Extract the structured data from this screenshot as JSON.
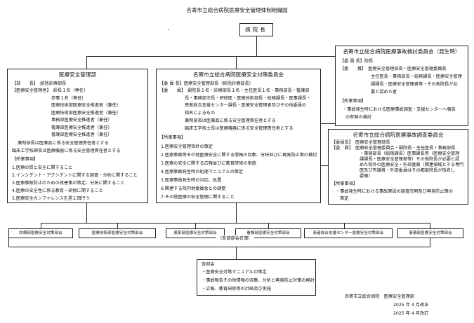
{
  "doc_title": "名寄市立総合病院医療安全管理体制組織図",
  "dot": "・",
  "director": "病院長",
  "mgmt": {
    "title": "医療安全管理部",
    "lines": [
      "【部　　長】　統括診療部長",
      "【医療安全管理者】　師長１名（専任）",
      "参事１名（専任）",
      "医療技術部医療安全推進者（兼任）",
      "医療技術部医療安全推進者（兼任）",
      "事務部医療安全推進者（兼任）",
      "看護部医療安全推進者（兼任）",
      "看護部医療安全推進者（兼任）",
      "薬剤部長は医薬品に係る安全管理責任者とする",
      "臨床工学技師長は医療機器に係る安全管理責任者とする",
      "【所掌事項】",
      "1.医療の質と安全に関すること",
      "2.インシデント・アクシデントに関する調査・分析に関すること",
      "3.医療事故防止のための改善策の策定、分析に関すること",
      "4.医療の安全性に係る教育・研修に関すること",
      "5.医療安全カンファレンスを週１回行う"
    ]
  },
  "committee": {
    "title": "名寄市立総合病院医療安全対策委員会",
    "lines": [
      "【委 員 長】医療安全管理部長（統括診療部長）",
      "【委　　員】　副院長１名・診療部長１名・主任医長１名・事務部長・看護部",
      "長・事務部次長・研修医・医療技術部長・総務課長・医事課長・",
      "患者総合支援センター課長・医療安全管理者及びその他委員の",
      "指名によるもの",
      "薬剤部長は医薬品に係る安全管理責任者とする",
      "臨床工学技士長は医療機器に係る安全管理責任者とする",
      "【所掌事項】",
      "1.医療安全管理指針の策定",
      "2.医療事故等その他医療安全に関する情報の収集、分析並びに再発防止策の検討",
      "3.医療の安全に関する広報並びに教育研修の実施",
      "4.医療事故発生時の処理マニュアルの策定",
      "5.医療事故発生時の対応、処置",
      "6.関連する院内他委員会との調整",
      "7.その他医療の安全管理に関すること"
    ]
  },
  "review": {
    "title": "名寄市立総合病院医療事故検討委員会（発生時）",
    "lines": [
      "【委 員 長】院長",
      "【委　　員】　医療安全管理部長・医療安全管理委員長",
      "主任医長・事務部長・総務課長・医療安全管理",
      "課課長・医療安全管理者等・その他院長が必",
      "要と認めた者",
      "【所掌事項】",
      "・事故発生時における医療事故調査・支援センターへ報告",
      "の有無の検討"
    ]
  },
  "investigation": {
    "title": "名寄市立総合病院医療事故調査委員会",
    "lines": [
      "【委員長】　医療安全管理部長",
      "【委　員】　医療安全管理委員会・副院長・主任医長・事務部長",
      "・事務部長（総務課長）医事課長等（医療安全管理",
      "課課長・医療安全管理者等）その他院長が必要と認",
      "めた院外の医療安全・外部委員（関連領域とする専門",
      "医及び有識者・外部委員はその都度院長が指名し",
      "委嘱）",
      "【所掌事項】",
      "・事故発生時における事故原因の調査究明及び再発防止策の",
      "策定"
    ]
  },
  "departments": [
    "診療部医療安全対策部会",
    "医療技術部医療安全対策部会",
    "薬剤部医療安全対策部会",
    "看護部医療安全対策部会",
    "患者総合支援センター医療安全対策部会",
    "事務部医療安全対策部会"
  ],
  "dept_note": "（各部部会名簿）",
  "bottom": {
    "head": "各部会",
    "items": [
      "・医療安全対策マニュアルの策定",
      "・事故報告その他情報の収集、分析と再発防止対策の検討",
      "・広報、教育研修等の計画及び実施"
    ]
  },
  "footer": {
    "org": "名寄市立総合病院　医療安全管理部",
    "rev1": "2025 年 4 月改正",
    "rev2": "2025 年 4 月改訂"
  }
}
